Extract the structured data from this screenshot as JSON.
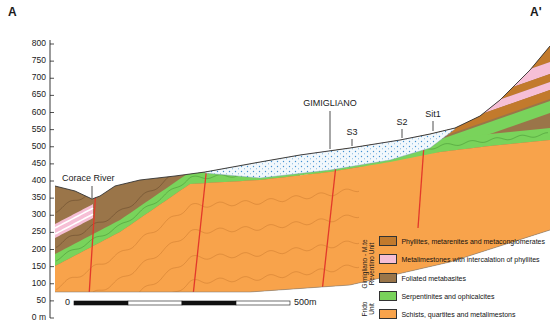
{
  "diagram": {
    "labels": [
      "A",
      "A'",
      "800",
      "750",
      "700",
      "650",
      "600",
      "550",
      "500",
      "450",
      "400",
      "350",
      "300",
      "250",
      "200",
      "150",
      "100",
      "50",
      "0 m",
      "Corace River",
      "GIMIGLIANO",
      "S3",
      "S2",
      "Sit1",
      "0",
      "500m",
      "Gimigliano - M.te Reventino Unit",
      "Frido Unit"
    ],
    "legend": [
      {
        "text": "Phyllites, metarenites and metaconglomerates",
        "color": "#c27a2c"
      },
      {
        "text": "Metalimestones with intercalation of phyllites",
        "color": "#f6bfd6"
      },
      {
        "text": "Foliated metabasites",
        "color": "#9a7549"
      },
      {
        "text": "Serpentinites and ophicalcites",
        "color": "#79d35b"
      },
      {
        "text": "Schists, quartites and metalimestons",
        "color": "#f8a34b"
      }
    ]
  }
}
